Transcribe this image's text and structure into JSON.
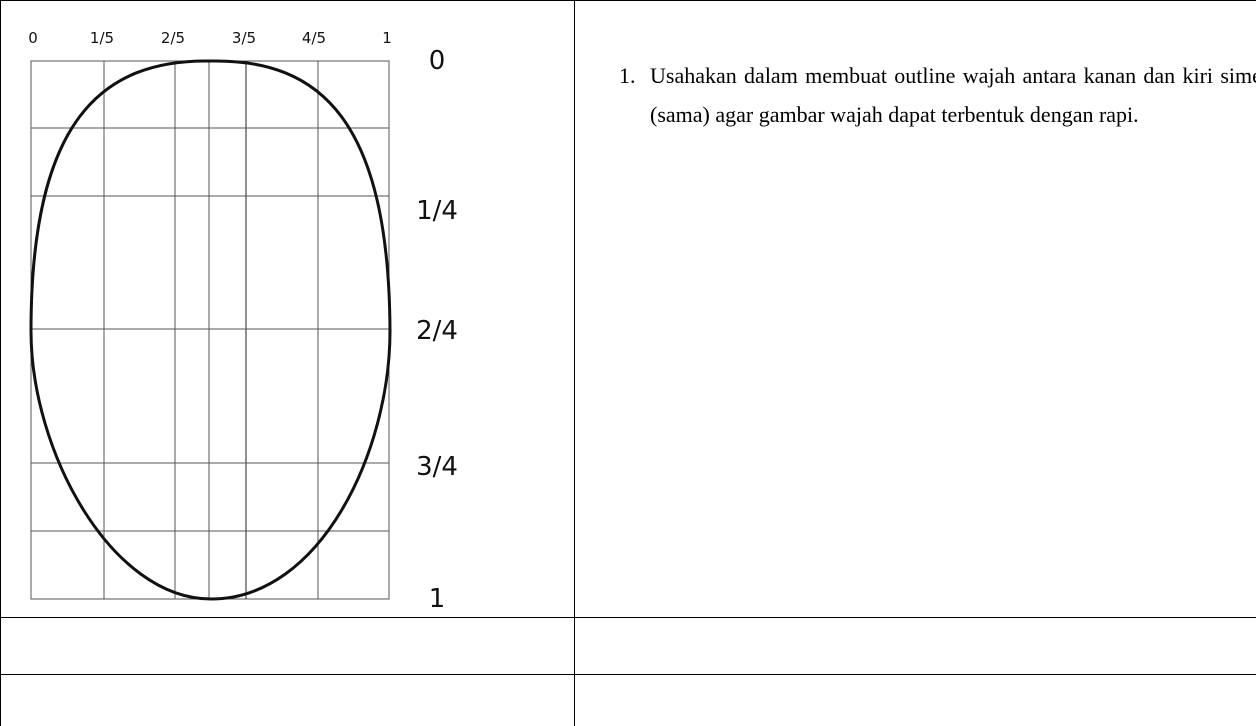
{
  "drawing": {
    "top_labels": [
      "0",
      "1/5",
      "2/5",
      "3/5",
      "4/5",
      "1"
    ],
    "right_labels": [
      "0",
      "1/4",
      "2/4",
      "3/4",
      "1"
    ]
  },
  "instructions": {
    "items": [
      {
        "number": "1.",
        "text": "Usahakan dalam membuat outline wajah antara kanan dan kiri simetris (sama) agar gambar wajah dapat terbentuk dengan rapi."
      }
    ]
  },
  "rows": [
    {
      "left": "",
      "right": ""
    },
    {
      "left": "",
      "right": ""
    }
  ]
}
